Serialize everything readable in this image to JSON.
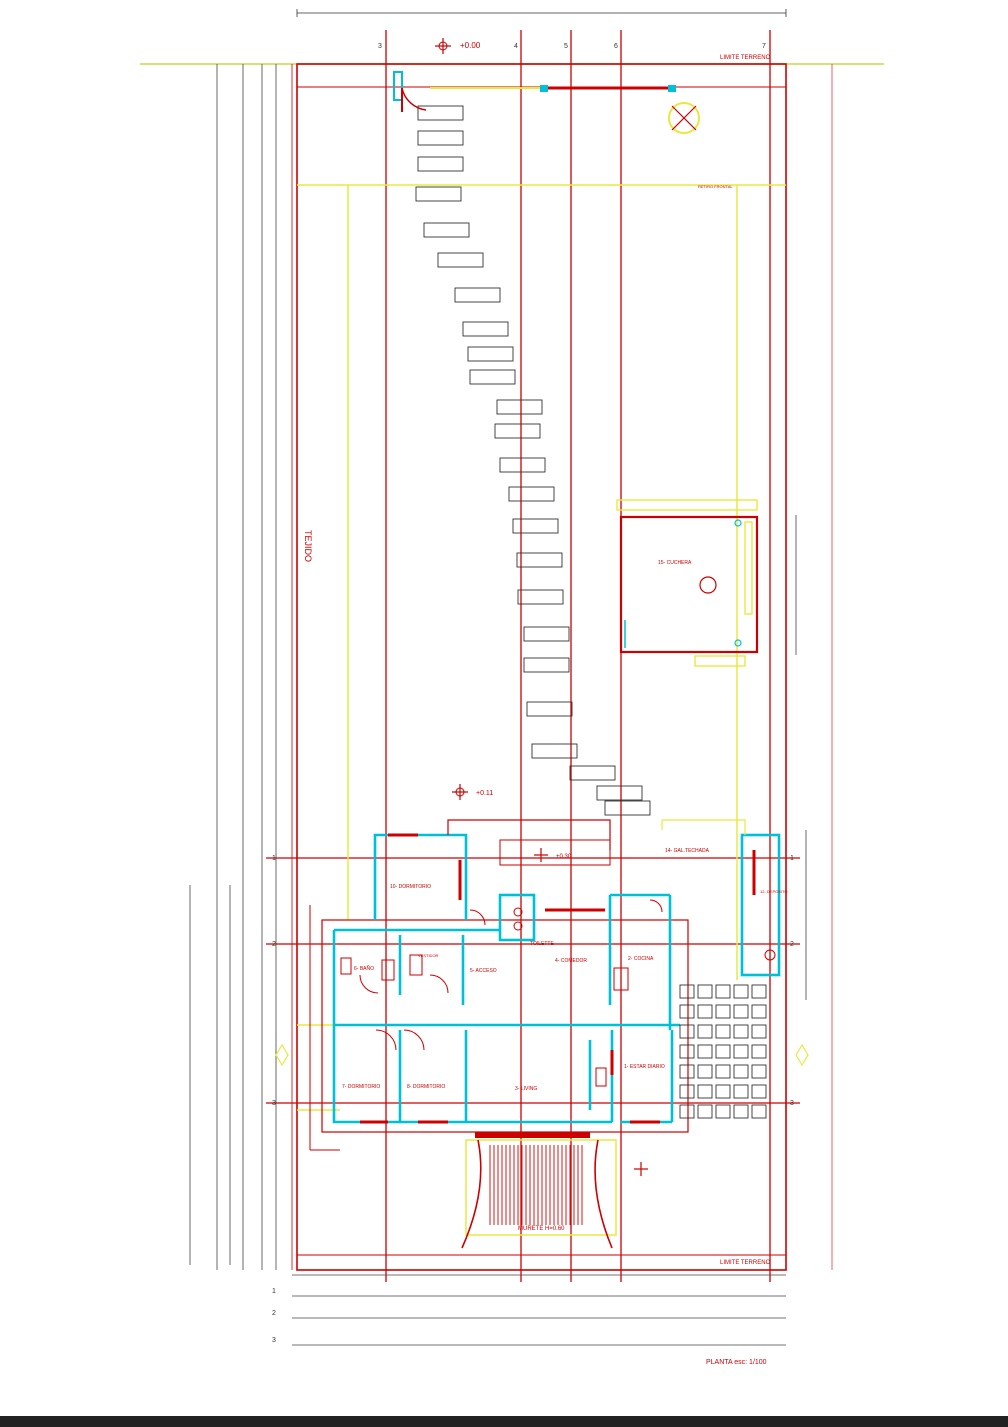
{
  "colors": {
    "axis": "#cc0000",
    "wall": "#00c0d8",
    "setback": "#e8e840",
    "dim": "#333333",
    "terrain": "#c8d848"
  },
  "levels": {
    "entry": "+0.00",
    "garden": "+0.11",
    "patio": "+0.30",
    "interior": "+0.30"
  },
  "labels": {
    "limit_top": "LIMITE TERRENO",
    "limit_bottom": "LIMITE TERRENO",
    "fence": "TEJIDO",
    "setback_front": "RETIRO FRONTAL",
    "low_wall": "MURETE H=0.60",
    "plan_title": "PLANTA esc: 1/100"
  },
  "rooms": {
    "r1": "1- ESTAR DIARIO",
    "r2": "2- COCINA",
    "r3": "3- LIVING",
    "r4": "4- COMEDOR",
    "r5": "5- ACCESO",
    "r6": "6- BAÑO",
    "r7": "7- DORMITORIO",
    "r8": "8- DORMITORIO",
    "r10": "10- DORMITORIO",
    "r11": "TOILETTE",
    "r12": "12- DEPOSITO",
    "r14": "14- GAL.TECHADA",
    "r15": "15- CUCHERA",
    "vestidor": "VESTIDOR"
  },
  "axes": {
    "rows": [
      "1",
      "2",
      "3"
    ],
    "cols": [
      "3",
      "4",
      "5",
      "6",
      "7"
    ]
  }
}
